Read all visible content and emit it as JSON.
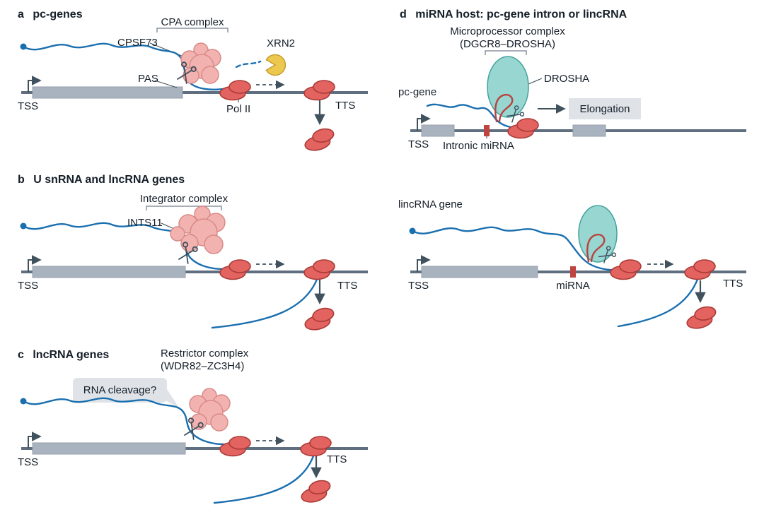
{
  "figure": {
    "panels": {
      "a": {
        "letter": "a",
        "title": "pc-genes",
        "labels": {
          "cpa_complex": "CPA complex",
          "cpsf73": "CPSF73",
          "xrn2": "XRN2",
          "pas": "PAS",
          "tss": "TSS",
          "pol_ii": "Pol II",
          "tts": "TTS"
        }
      },
      "b": {
        "letter": "b",
        "title": "U snRNA and lncRNA genes",
        "labels": {
          "integrator_complex": "Integrator complex",
          "ints11": "INTS11",
          "tss": "TSS",
          "tts": "TTS"
        }
      },
      "c": {
        "letter": "c",
        "title": "lncRNA genes",
        "labels": {
          "restrictor_complex": "Restrictor complex",
          "restrictor_subunits": "(WDR82–ZC3H4)",
          "rna_cleavage": "RNA cleavage?",
          "tss": "TSS",
          "tts": "TTS"
        }
      },
      "d": {
        "letter": "d",
        "title": "miRNA host: pc-gene intron or lincRNA",
        "labels": {
          "microprocessor_complex": "Microprocessor complex",
          "microprocessor_subunits": "(DGCR8–DROSHA)",
          "drosha": "DROSHA",
          "pc_gene": "pc-gene",
          "elongation": "Elongation",
          "intronic_mirna": "Intronic miRNA",
          "tss_top": "TSS",
          "lincrna_gene": "lincRNA gene",
          "mirna": "miRNA",
          "tss_bottom": "TSS",
          "tts": "TTS"
        }
      }
    },
    "icons": [
      "scissors-icon",
      "xrn2-exonuclease-pacman-icon",
      "rna-cap-icon",
      "tss-arrow-icon",
      "direction-dashed-arrow-icon",
      "termination-arrow-icon",
      "speech-bubble-icon"
    ],
    "colors": {
      "rna_blue": "#1a6faf",
      "pol_ii_red": "#e2635f",
      "pol_ii_outline": "#ab3a36",
      "cleavage_complex_pink": "#f2b3b0",
      "cleavage_complex_outline": "#d88a87",
      "microprocessor_teal": "#8fd2cd",
      "microprocessor_outline": "#44a39c",
      "xrn2_yellow": "#ecc84e",
      "dna_gray": "#5f6f80",
      "gene_body_gray": "#a9b3bf",
      "mirna_red": "#bf4440",
      "callout_gray": "#dfe3e8",
      "ink": "#41525f"
    }
  }
}
